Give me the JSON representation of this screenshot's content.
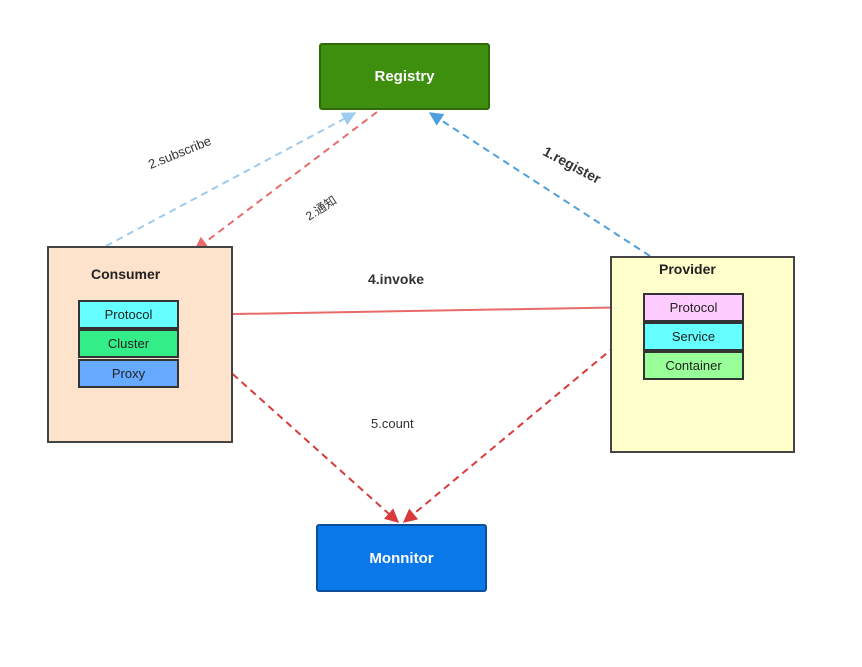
{
  "nodes": {
    "registry": {
      "label": "Registry",
      "color": "#3f8f0e"
    },
    "monitor": {
      "label": "Monnitor",
      "color": "#0a78e8"
    },
    "consumer": {
      "title": "Consumer",
      "color": "#fde2cc",
      "layers": [
        {
          "label": "Protocol",
          "color": "#66ffff"
        },
        {
          "label": "Cluster",
          "color": "#33ee88"
        },
        {
          "label": "Proxy",
          "color": "#66aaff"
        }
      ]
    },
    "provider": {
      "title": "Provider",
      "color": "#ffffcc",
      "layers": [
        {
          "label": "Protocol",
          "color": "#ffccff"
        },
        {
          "label": "Service",
          "color": "#66ffff"
        },
        {
          "label": "Container",
          "color": "#99ff99"
        }
      ]
    }
  },
  "edges": {
    "subscribe": {
      "label": "2.subscribe",
      "color": "#9fcbee"
    },
    "notify": {
      "label": "2.通知",
      "color": "#e86a6a"
    },
    "register": {
      "label": "1.register",
      "color": "#4f9fdc"
    },
    "invoke": {
      "label": "4.invoke",
      "color": "#e86a6a"
    },
    "count": {
      "label": "5.count",
      "color": "#d93a3a"
    }
  }
}
